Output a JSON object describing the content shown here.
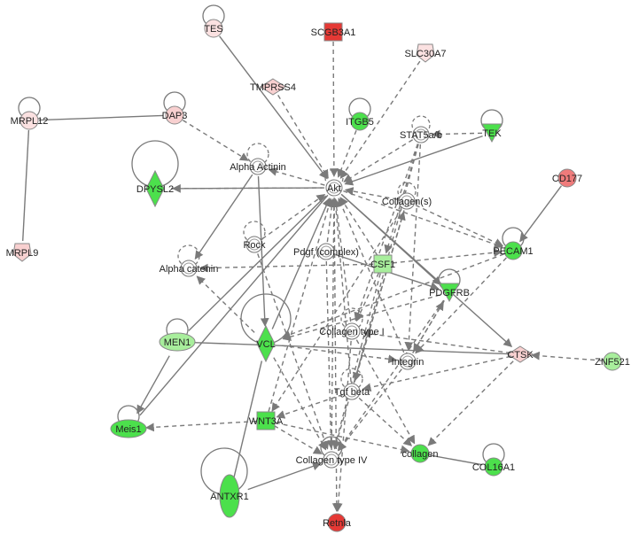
{
  "colors": {
    "red_strong": "#e53935",
    "red_medium": "#ef7b7b",
    "pink": "#f8d0d0",
    "pink_light": "#fbe1e1",
    "green_strong": "#4ce04c",
    "green_light": "#a8ee9c",
    "neutral": "#ffffff",
    "edge": "#7a7a7a"
  },
  "nodes": {
    "tes": {
      "label": "TES",
      "shape": "circle",
      "color": "pink_light"
    },
    "scgb3a1": {
      "label": "SCGB3A1",
      "shape": "square",
      "color": "red_strong"
    },
    "slc30a7": {
      "label": "SLC30A7",
      "shape": "pentagon",
      "color": "pink_light"
    },
    "tmprss4": {
      "label": "TMPRSS4",
      "shape": "diamond",
      "color": "pink"
    },
    "dap3": {
      "label": "DAP3",
      "shape": "circle",
      "color": "pink"
    },
    "mrpl12": {
      "label": "MRPL12",
      "shape": "circle",
      "color": "pink_light"
    },
    "mrpl9": {
      "label": "MRPL9",
      "shape": "pentagon",
      "color": "pink"
    },
    "itgb5": {
      "label": "ITGB5",
      "shape": "circle",
      "color": "green_strong"
    },
    "stat5ab": {
      "label": "STAT5a/b",
      "shape": "circle",
      "color": "neutral"
    },
    "tek": {
      "label": "TEK",
      "shape": "triangle",
      "color": "green_strong"
    },
    "alpha_actinin": {
      "label": "Alpha Actinin",
      "shape": "circle",
      "color": "neutral"
    },
    "dpysl2": {
      "label": "DPYSL2",
      "shape": "diamond",
      "color": "green_strong"
    },
    "akt": {
      "label": "Akt",
      "shape": "circle",
      "color": "neutral"
    },
    "collagens": {
      "label": "Collagen(s)",
      "shape": "circle",
      "color": "neutral"
    },
    "cd177": {
      "label": "CD177",
      "shape": "circle",
      "color": "red_medium"
    },
    "rock": {
      "label": "Rock",
      "shape": "circle",
      "color": "neutral"
    },
    "pdgf": {
      "label": "Pdgf (complex)",
      "shape": "circle",
      "color": "neutral"
    },
    "csf1": {
      "label": "CSF1",
      "shape": "square",
      "color": "green_light"
    },
    "pecam1": {
      "label": "PECAM1",
      "shape": "circle",
      "color": "green_strong"
    },
    "alpha_catenin": {
      "label": "Alpha catenin",
      "shape": "circle",
      "color": "neutral"
    },
    "pdgfrb": {
      "label": "PDGFRB",
      "shape": "triangle",
      "color": "green_strong"
    },
    "men1": {
      "label": "MEN1",
      "shape": "ellipse",
      "color": "green_light"
    },
    "vcl": {
      "label": "VCL",
      "shape": "diamond",
      "color": "green_strong"
    },
    "collagen_type_i": {
      "label": "Collagen type I",
      "shape": "circle",
      "color": "neutral"
    },
    "integrin": {
      "label": "Integrin",
      "shape": "circle",
      "color": "neutral"
    },
    "ctsk": {
      "label": "CTSK",
      "shape": "diamond",
      "color": "pink"
    },
    "znf521": {
      "label": "ZNF521",
      "shape": "circle",
      "color": "green_light"
    },
    "tgf_beta": {
      "label": "Tgf beta",
      "shape": "circle",
      "color": "neutral"
    },
    "meis1": {
      "label": "Meis1",
      "shape": "ellipse",
      "color": "green_strong"
    },
    "wnt3a": {
      "label": "WNT3A",
      "shape": "square",
      "color": "green_strong"
    },
    "collagen": {
      "label": "collagen",
      "shape": "circle",
      "color": "green_strong"
    },
    "col16a1": {
      "label": "COL16A1",
      "shape": "circle",
      "color": "green_strong"
    },
    "collagen_type_iv": {
      "label": "Collagen type IV",
      "shape": "circle",
      "color": "neutral"
    },
    "antxr1": {
      "label": "ANTXR1",
      "shape": "ellipse",
      "color": "green_strong"
    },
    "retnla": {
      "label": "Retnla",
      "shape": "circle",
      "color": "red_strong"
    }
  },
  "self_loops": [
    "tes",
    "dap3",
    "mrpl12",
    "itgb5",
    "stat5ab",
    "tek",
    "dpysl2",
    "alpha_actinin",
    "akt",
    "collagens",
    "rock",
    "alpha_catenin",
    "pecam1",
    "pdgfrb",
    "men1",
    "vcl",
    "collagen_type_i",
    "tgf_beta",
    "meis1",
    "antxr1",
    "collagen_type_iv",
    "col16a1"
  ],
  "edges": [
    {
      "from": "mrpl12",
      "to": "dap3",
      "style": "solid",
      "arrow": false
    },
    {
      "from": "mrpl12",
      "to": "mrpl9",
      "style": "solid",
      "arrow": false
    },
    {
      "from": "tes",
      "to": "akt",
      "style": "solid",
      "arrow": true
    },
    {
      "from": "scgb3a1",
      "to": "akt",
      "style": "dashed",
      "arrow": true
    },
    {
      "from": "slc30a7",
      "to": "akt",
      "style": "dashed",
      "arrow": true
    },
    {
      "from": "tmprss4",
      "to": "akt",
      "style": "dashed",
      "arrow": true
    },
    {
      "from": "dap3",
      "to": "alpha_actinin",
      "style": "dashed",
      "arrow": true
    },
    {
      "from": "itgb5",
      "to": "akt",
      "style": "dashed",
      "arrow": true
    },
    {
      "from": "stat5ab",
      "to": "akt",
      "style": "dashed",
      "arrow": true
    },
    {
      "from": "tek",
      "to": "akt",
      "style": "solid",
      "arrow": true
    },
    {
      "from": "tek",
      "to": "stat5ab",
      "style": "dashed",
      "arrow": true
    },
    {
      "from": "dpysl2",
      "to": "akt",
      "style": "solid",
      "arrow": false
    },
    {
      "from": "akt",
      "to": "dpysl2",
      "style": "dashed",
      "arrow": true
    },
    {
      "from": "akt",
      "to": "alpha_actinin",
      "style": "dashed",
      "arrow": true
    },
    {
      "from": "akt",
      "to": "pecam1",
      "style": "dashed",
      "arrow": true
    },
    {
      "from": "akt",
      "to": "ctsk",
      "style": "solid",
      "arrow": true
    },
    {
      "from": "akt",
      "to": "pdgfrb",
      "style": "solid",
      "arrow": true
    },
    {
      "from": "akt",
      "to": "retnla",
      "style": "dashed",
      "arrow": true
    },
    {
      "from": "akt",
      "to": "meis1",
      "style": "solid",
      "arrow": false
    },
    {
      "from": "rock",
      "to": "akt",
      "style": "dashed",
      "arrow": true
    },
    {
      "from": "pdgf",
      "to": "akt",
      "style": "dashed",
      "arrow": true
    },
    {
      "from": "csf1",
      "to": "akt",
      "style": "dashed",
      "arrow": true
    },
    {
      "from": "vcl",
      "to": "akt",
      "style": "solid",
      "arrow": true
    },
    {
      "from": "wnt3a",
      "to": "akt",
      "style": "dashed",
      "arrow": true
    },
    {
      "from": "collagens",
      "to": "akt",
      "style": "dashed",
      "arrow": true
    },
    {
      "from": "collagen_type_i",
      "to": "akt",
      "style": "dashed",
      "arrow": true
    },
    {
      "from": "integrin",
      "to": "akt",
      "style": "dashed",
      "arrow": true
    },
    {
      "from": "tgf_beta",
      "to": "akt",
      "style": "dashed",
      "arrow": true
    },
    {
      "from": "collagen_type_iv",
      "to": "akt",
      "style": "dashed",
      "arrow": true
    },
    {
      "from": "alpha_actinin",
      "to": "vcl",
      "style": "solid",
      "arrow": true
    },
    {
      "from": "alpha_actinin",
      "to": "alpha_catenin",
      "style": "solid",
      "arrow": true
    },
    {
      "from": "rock",
      "to": "collagen_type_iv",
      "style": "dashed",
      "arrow": true
    },
    {
      "from": "pdgf",
      "to": "pdgfrb",
      "style": "solid",
      "arrow": true
    },
    {
      "from": "pdgf",
      "to": "collagen_type_iv",
      "style": "dashed",
      "arrow": true
    },
    {
      "from": "csf1",
      "to": "pecam1",
      "style": "dashed",
      "arrow": true
    },
    {
      "from": "csf1",
      "to": "alpha_catenin",
      "style": "dashed",
      "arrow": true
    },
    {
      "from": "csf1",
      "to": "collagen_type_iv",
      "style": "dashed",
      "arrow": true
    },
    {
      "from": "stat5ab",
      "to": "csf1",
      "style": "dashed",
      "arrow": true
    },
    {
      "from": "stat5ab",
      "to": "integrin",
      "style": "dashed",
      "arrow": true
    },
    {
      "from": "stat5ab",
      "to": "tgf_beta",
      "style": "dashed",
      "arrow": true
    },
    {
      "from": "collagens",
      "to": "pecam1",
      "style": "dashed",
      "arrow": true
    },
    {
      "from": "collagens",
      "to": "wnt3a",
      "style": "dashed",
      "arrow": true
    },
    {
      "from": "collagens",
      "to": "collagen_type_iv",
      "style": "dashed",
      "arrow": true
    },
    {
      "from": "pdgfrb",
      "to": "vcl",
      "style": "dashed",
      "arrow": true
    },
    {
      "from": "pdgfrb",
      "to": "collagen_type_iv",
      "style": "dashed",
      "arrow": true
    },
    {
      "from": "pdgfrb",
      "to": "integrin",
      "style": "dashed",
      "arrow": true
    },
    {
      "from": "cd177",
      "to": "pecam1",
      "style": "solid",
      "arrow": true
    },
    {
      "from": "pecam1",
      "to": "vcl",
      "style": "dashed",
      "arrow": true
    },
    {
      "from": "pecam1",
      "to": "integrin",
      "style": "dashed",
      "arrow": true
    },
    {
      "from": "men1",
      "to": "akt",
      "style": "solid",
      "arrow": false
    },
    {
      "from": "men1",
      "to": "meis1",
      "style": "solid",
      "arrow": true
    },
    {
      "from": "men1",
      "to": "ctsk",
      "style": "solid",
      "arrow": false
    },
    {
      "from": "vcl",
      "to": "integrin",
      "style": "dashed",
      "arrow": true
    },
    {
      "from": "vcl",
      "to": "alpha_catenin",
      "style": "dashed",
      "arrow": true
    },
    {
      "from": "vcl",
      "to": "collagen_type_iv",
      "style": "dashed",
      "arrow": true
    },
    {
      "from": "collagen_type_i",
      "to": "collagen",
      "style": "dashed",
      "arrow": true
    },
    {
      "from": "collagen_type_i",
      "to": "retnla",
      "style": "dashed",
      "arrow": true
    },
    {
      "from": "integrin",
      "to": "collagen_type_iv",
      "style": "dashed",
      "arrow": true
    },
    {
      "from": "integrin",
      "to": "pdgfrb",
      "style": "dashed",
      "arrow": true
    },
    {
      "from": "ctsk",
      "to": "collagen_type_i",
      "style": "dashed",
      "arrow": true
    },
    {
      "from": "ctsk",
      "to": "collagen",
      "style": "dashed",
      "arrow": true
    },
    {
      "from": "ctsk",
      "to": "tgf_beta",
      "style": "dashed",
      "arrow": true
    },
    {
      "from": "znf521",
      "to": "ctsk",
      "style": "dashed",
      "arrow": true
    },
    {
      "from": "tgf_beta",
      "to": "collagens",
      "style": "dashed",
      "arrow": true
    },
    {
      "from": "tgf_beta",
      "to": "collagen",
      "style": "dashed",
      "arrow": true
    },
    {
      "from": "tgf_beta",
      "to": "wnt3a",
      "style": "dashed",
      "arrow": true
    },
    {
      "from": "wnt3a",
      "to": "meis1",
      "style": "dashed",
      "arrow": true
    },
    {
      "from": "wnt3a",
      "to": "collagen",
      "style": "dashed",
      "arrow": true
    },
    {
      "from": "wnt3a",
      "to": "collagen_type_iv",
      "style": "dashed",
      "arrow": true
    },
    {
      "from": "collagen",
      "to": "col16a1",
      "style": "solid",
      "arrow": false
    },
    {
      "from": "antxr1",
      "to": "collagen_type_iv",
      "style": "solid",
      "arrow": true
    },
    {
      "from": "antxr1",
      "to": "vcl",
      "style": "solid",
      "arrow": false
    },
    {
      "from": "stat5ab",
      "to": "collagen_type_i",
      "style": "dashed",
      "arrow": true
    },
    {
      "from": "collagens",
      "to": "tgf_beta",
      "style": "dashed",
      "arrow": true
    },
    {
      "from": "csf1",
      "to": "collagen_type_i",
      "style": "dashed",
      "arrow": true
    }
  ]
}
